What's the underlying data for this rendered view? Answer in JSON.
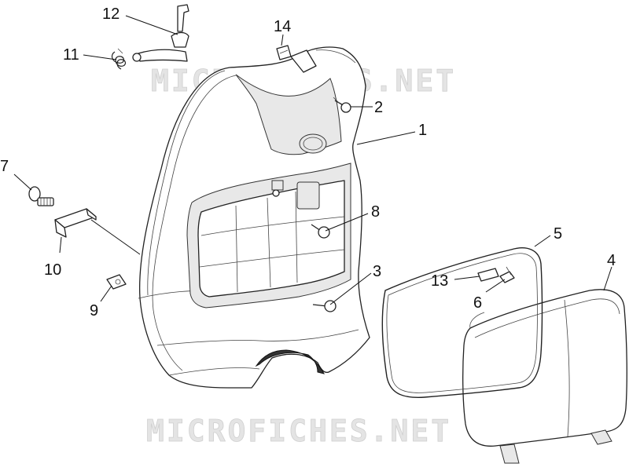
{
  "watermark": {
    "text": "MICROFICHES.NET"
  },
  "callouts": [
    {
      "id": "c1",
      "label": "1"
    },
    {
      "id": "c2",
      "label": "2"
    },
    {
      "id": "c3",
      "label": "3"
    },
    {
      "id": "c4",
      "label": "4"
    },
    {
      "id": "c5",
      "label": "5"
    },
    {
      "id": "c6",
      "label": "6"
    },
    {
      "id": "c7",
      "label": "7"
    },
    {
      "id": "c8",
      "label": "8"
    },
    {
      "id": "c9",
      "label": "9"
    },
    {
      "id": "c10",
      "label": "10"
    },
    {
      "id": "c11",
      "label": "11"
    },
    {
      "id": "c12",
      "label": "12"
    },
    {
      "id": "c13",
      "label": "13"
    },
    {
      "id": "c14",
      "label": "14"
    }
  ]
}
